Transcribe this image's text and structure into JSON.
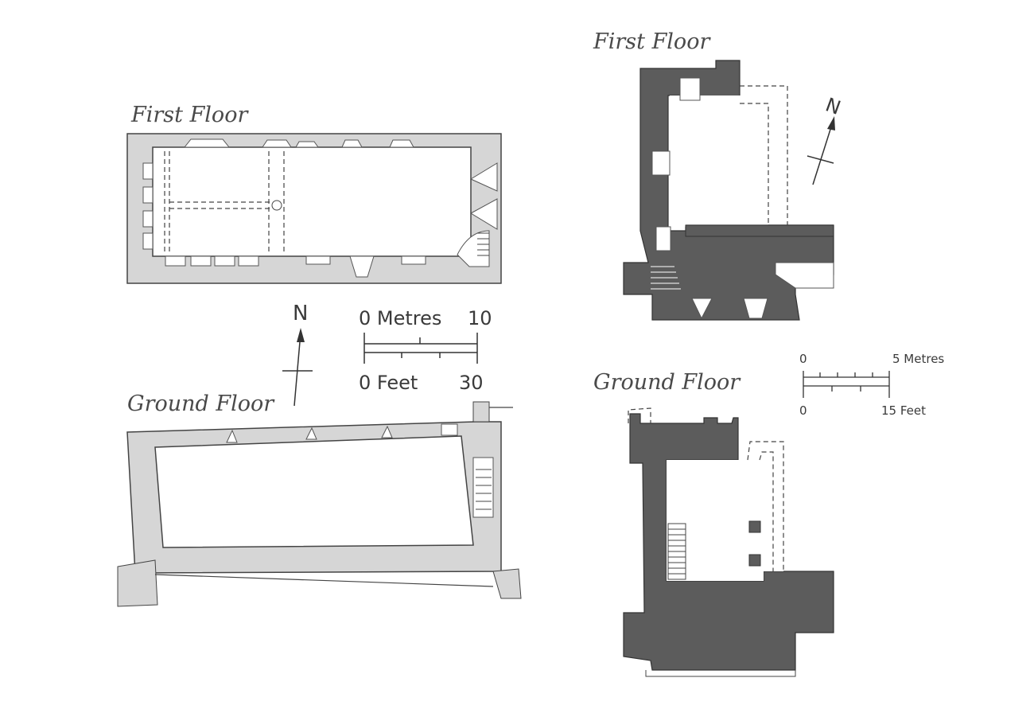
{
  "left_plan": {
    "first_floor_label": "First Floor",
    "ground_floor_label": "Ground Floor",
    "north_label": "N",
    "scale": {
      "metres_zero": "0 Metres",
      "metres_max": "10",
      "feet_zero": "0 Feet",
      "feet_max": "30"
    }
  },
  "right_plan": {
    "first_floor_label": "First Floor",
    "ground_floor_label": "Ground Floor",
    "north_label": "N",
    "scale": {
      "metres_zero": "0",
      "metres_max": "5 Metres",
      "feet_zero": "0",
      "feet_max": "15 Feet"
    }
  },
  "colors": {
    "light_wall": "#d6d6d6",
    "dark_wall": "#5c5c5c",
    "outline": "#444444"
  }
}
